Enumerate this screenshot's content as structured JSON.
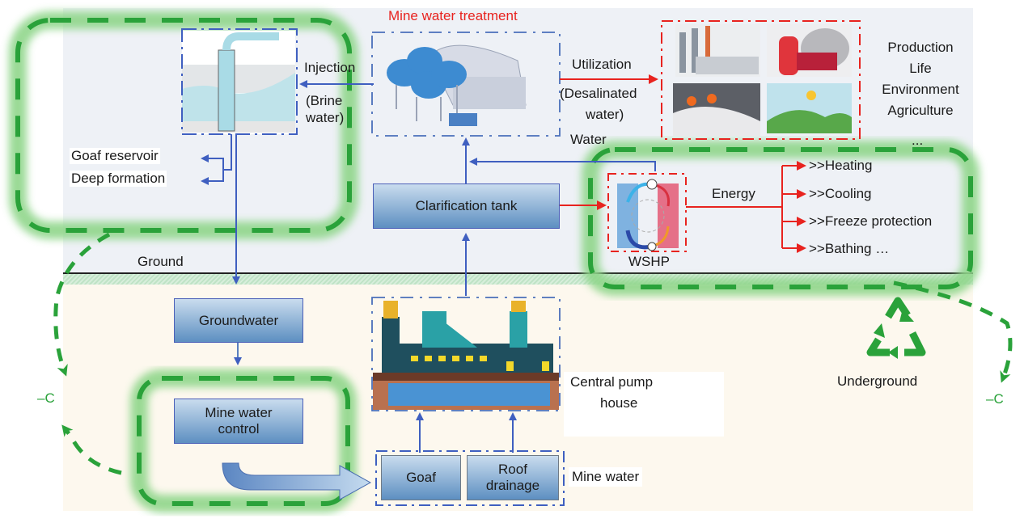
{
  "title": "Mine water treatment",
  "labels": {
    "injection": "Injection",
    "brine_line1": "(Brine",
    "brine_line2": "water)",
    "utilization": "Utilization",
    "desalinated_line1": "(Desalinated",
    "desalinated_line2": "water)",
    "water": "Water",
    "goaf_reservoir": "Goaf reservoir",
    "deep_formation": "Deep formation",
    "ground": "Ground",
    "energy": "Energy",
    "wshp": "WSHP",
    "central_pump_line1": "Central pump",
    "central_pump_line2": "house",
    "mine_water": "Mine water",
    "underground": "Underground",
    "carbon_left": "–C",
    "carbon_right": "–C",
    "ellipsis": "..."
  },
  "uses": [
    "Production",
    "Life",
    "Environment",
    "Agriculture"
  ],
  "energy_uses": [
    ">>Heating",
    ">>Cooling",
    ">>Freeze protection",
    ">>Bathing …"
  ],
  "boxes": {
    "clarification": "Clarification tank",
    "groundwater": "Groundwater",
    "mine_control_line1": "Mine water",
    "mine_control_line2": "control",
    "goaf": "Goaf",
    "roof_line1": "Roof",
    "roof_line2": "drainage"
  },
  "images": {
    "injection_well": "injection-well-illustration",
    "treatment_plant": "water-treatment-plant-illustration",
    "utilization_grid": [
      "factory",
      "fire-extinguisher-truck",
      "miners-coal",
      "wind-landscape"
    ],
    "heat_pump": "wshp-cycle-diagram",
    "pump_house": "mine-pump-house-illustration"
  },
  "colors": {
    "green": "#2aa23a",
    "red": "#e8231f",
    "blue": "#3f5fc0",
    "top_bg": "#eef1f6",
    "bottom_bg": "#fdf8ee"
  }
}
